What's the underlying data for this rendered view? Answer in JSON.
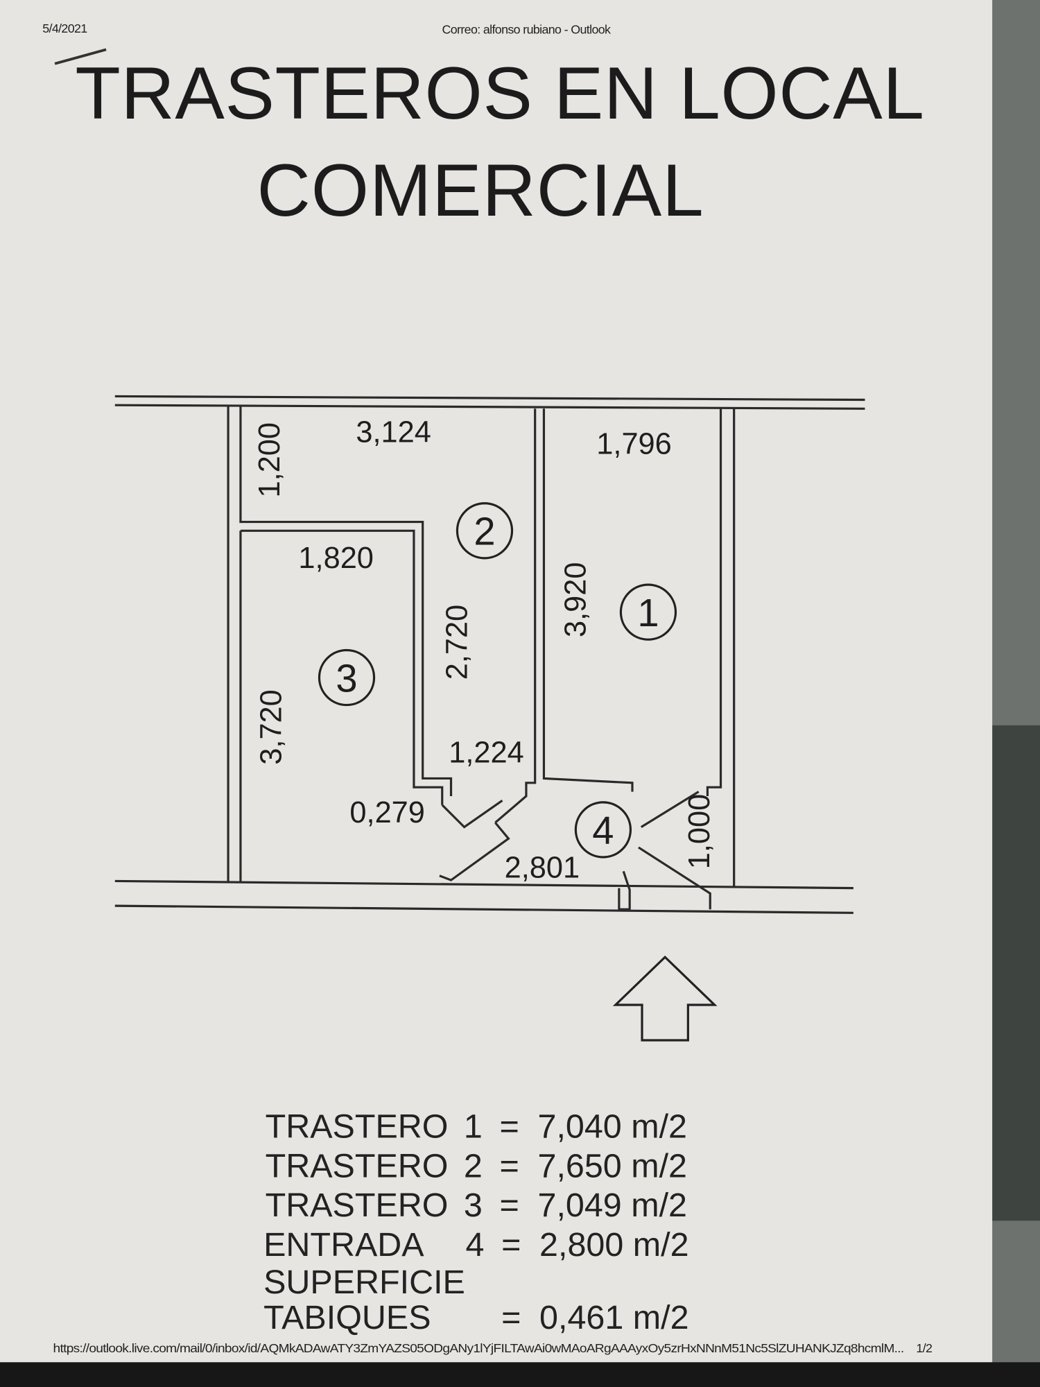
{
  "header": {
    "date": "5/4/2021",
    "title": "Correo: alfonso rubiano - Outlook"
  },
  "document": {
    "title_line1": "TRASTEROS EN LOCAL",
    "title_line2": "COMERCIAL"
  },
  "plan": {
    "dimensions": [
      "1,200",
      "3,124",
      "1,796",
      "1,820",
      "2,720",
      "3,920",
      "3,720",
      "1,224",
      "0,279",
      "2,801",
      "1,000"
    ],
    "room_numbers": [
      "1",
      "2",
      "3",
      "4"
    ],
    "entrance_arrow": "up-arrow-icon"
  },
  "summary": [
    {
      "label": "TRASTERO",
      "n": "1",
      "eq": "=",
      "value": "7,040 m/2"
    },
    {
      "label": "TRASTERO",
      "n": "2",
      "eq": "=",
      "value": "7,650 m/2"
    },
    {
      "label": "TRASTERO",
      "n": "3",
      "eq": "=",
      "value": "7,049 m/2"
    },
    {
      "label": "ENTRADA",
      "n": "4",
      "eq": "=",
      "value": "2,800 m/2"
    },
    {
      "label": "SUPERFICIE",
      "n": "",
      "eq": "",
      "value": ""
    },
    {
      "label": "TABIQUES",
      "n": "",
      "eq": "=",
      "value": "0,461 m/2"
    }
  ],
  "footer": {
    "url": "https://outlook.live.com/mail/0/inbox/id/AQMkADAwATY3ZmYAZS05ODgANy1lYjFILTAwAi0wMAoARgAAAyxOy5zrHxNNnM51Nc5SlZUHANKJZq8hcmlM...",
    "page": "1/2"
  }
}
